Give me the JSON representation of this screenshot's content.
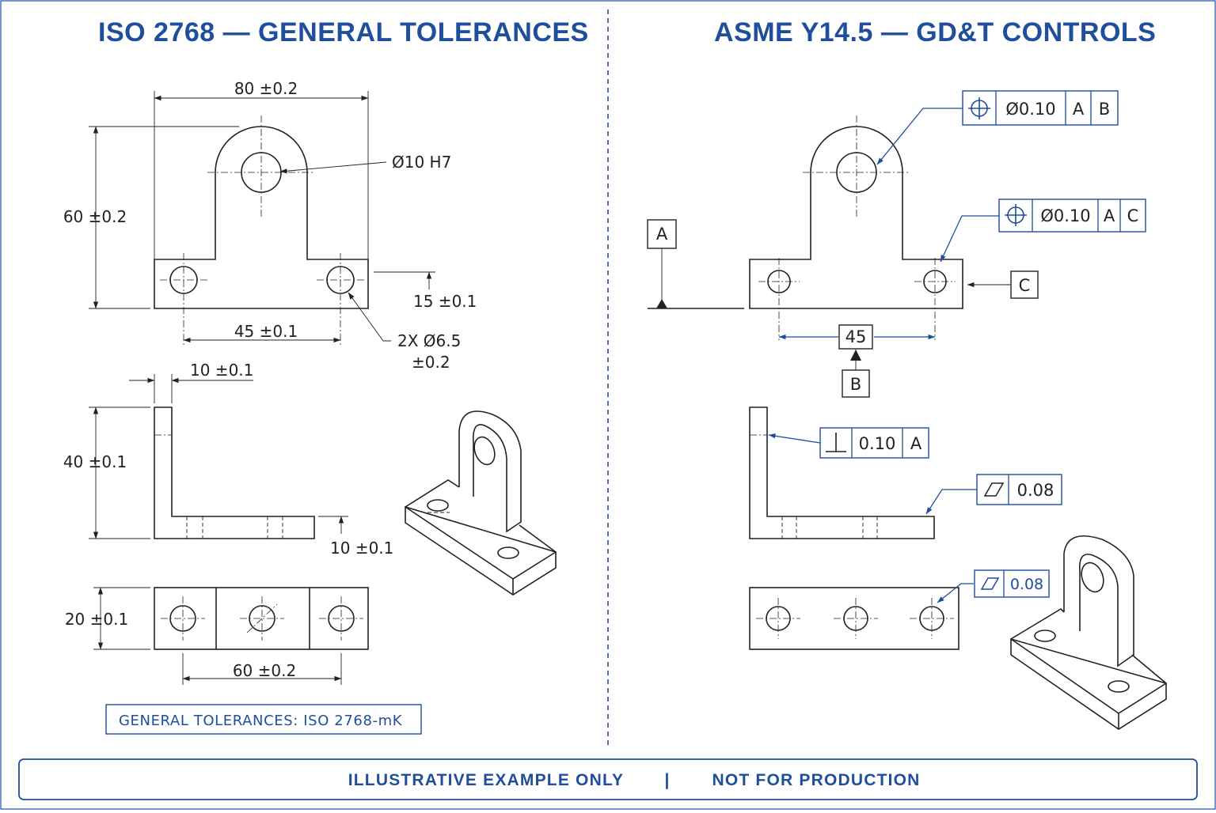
{
  "left_panel": {
    "title": "ISO 2768 — GENERAL TOLERANCES",
    "front_view": {
      "width_dim": "80 ±0.2",
      "height_dim": "60 ±0.2",
      "bore_callout": "Ø10 H7",
      "base_thickness_dim": "15 ±0.1",
      "hole_spacing_dim": "45 ±0.1",
      "hole_callout_line1": "2X Ø6.5",
      "hole_callout_line2": "±0.2"
    },
    "side_view": {
      "web_thickness_dim": "10 ±0.1",
      "height_dim": "40 ±0.1",
      "base_thickness_dim": "10 ±0.1"
    },
    "bottom_view": {
      "depth_dim": "20 ±0.1",
      "hole_spacing_dim": "60 ±0.2"
    },
    "general_tolerance_note": "GENERAL TOLERANCES: ISO 2768-mK"
  },
  "right_panel": {
    "title": "ASME Y14.5 — GD&T CONTROLS",
    "fcf_bore": {
      "symbol": "position-icon",
      "tolerance": "Ø0.10",
      "datum1": "A",
      "datum2": "B"
    },
    "fcf_holes": {
      "symbol": "position-icon",
      "tolerance": "Ø0.10",
      "datum1": "A",
      "datum2": "C"
    },
    "datum_a": "A",
    "datum_b": "B",
    "datum_c": "C",
    "basic_dim": "45",
    "fcf_perpendicularity": {
      "symbol": "perpendicularity-icon",
      "tolerance": "0.10",
      "datum": "A"
    },
    "fcf_flatness_side": {
      "symbol": "flatness-icon",
      "tolerance": "0.08"
    },
    "fcf_flatness_bottom": {
      "symbol": "flatness-icon",
      "tolerance": "0.08"
    }
  },
  "footer": {
    "left_text": "ILLUSTRATIVE EXAMPLE ONLY",
    "separator": "|",
    "right_text": "NOT FOR PRODUCTION"
  },
  "colors": {
    "accent": "#1f4e9c",
    "ink": "#222222",
    "background": "#ffffff"
  }
}
